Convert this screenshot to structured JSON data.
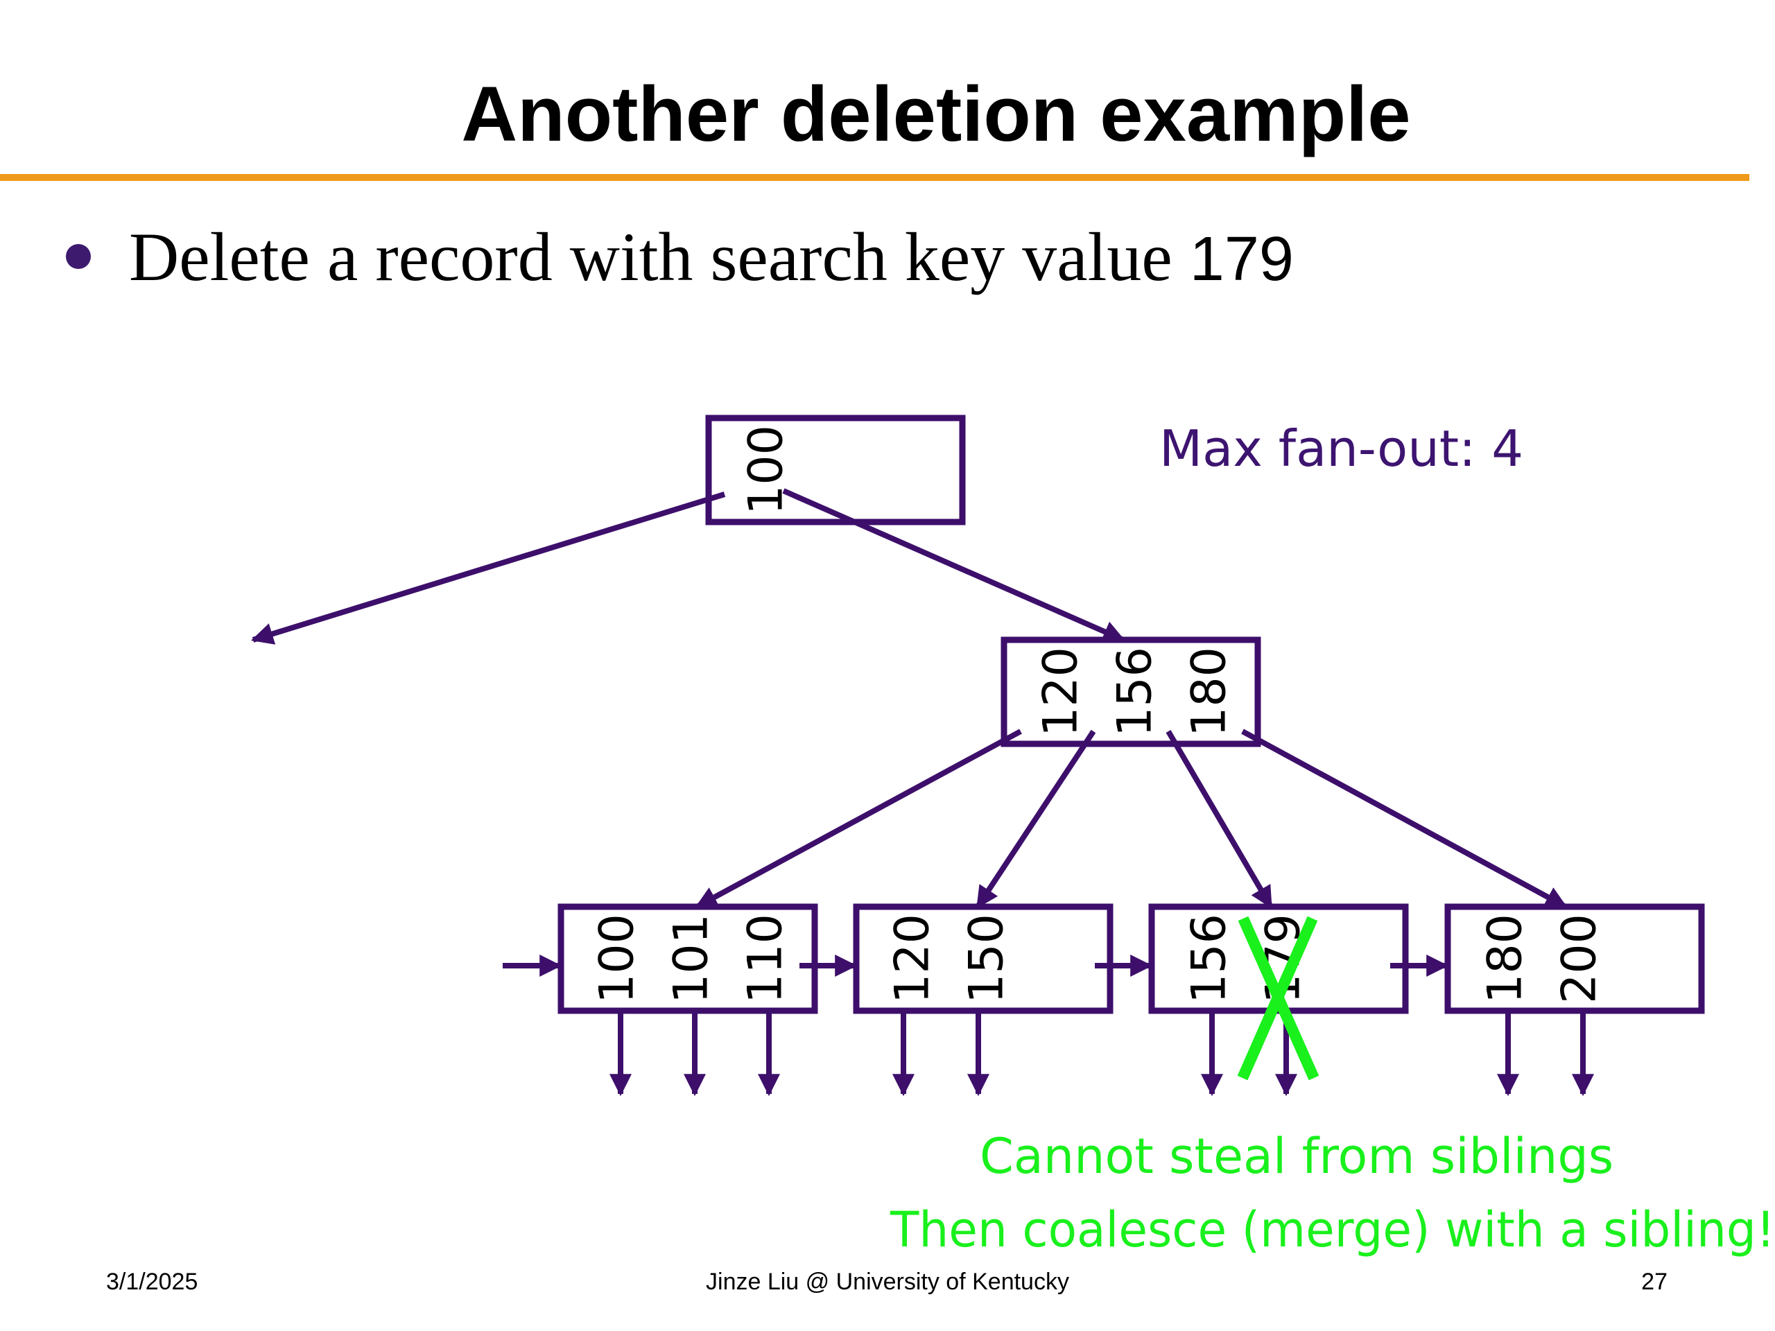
{
  "slide": {
    "title": "Another deletion example",
    "bullet": {
      "text": "Delete a record with search key value ",
      "value": "179"
    },
    "fanout_note": "Max fan-out: 4",
    "tree": {
      "root": {
        "keys": [
          "100"
        ]
      },
      "internal": {
        "keys": [
          "120",
          "156",
          "180"
        ]
      },
      "leaves": [
        {
          "keys": [
            "100",
            "101",
            "110"
          ]
        },
        {
          "keys": [
            "120",
            "150"
          ]
        },
        {
          "keys": [
            "156",
            "179"
          ],
          "deleted_key": "179"
        },
        {
          "keys": [
            "180",
            "200"
          ]
        }
      ]
    },
    "annotation": {
      "line1": "Cannot steal from siblings",
      "line2": "Then coalesce (merge) with a sibling!"
    },
    "footer": {
      "date": "3/1/2025",
      "author": "Jinze Liu @ University of Kentucky",
      "page": "27"
    }
  },
  "colors": {
    "node_stroke": "#3d0f6b",
    "title_rule": "#ef9a1a",
    "annotation": "#19f01c",
    "fanout_text": "#3d1470"
  }
}
